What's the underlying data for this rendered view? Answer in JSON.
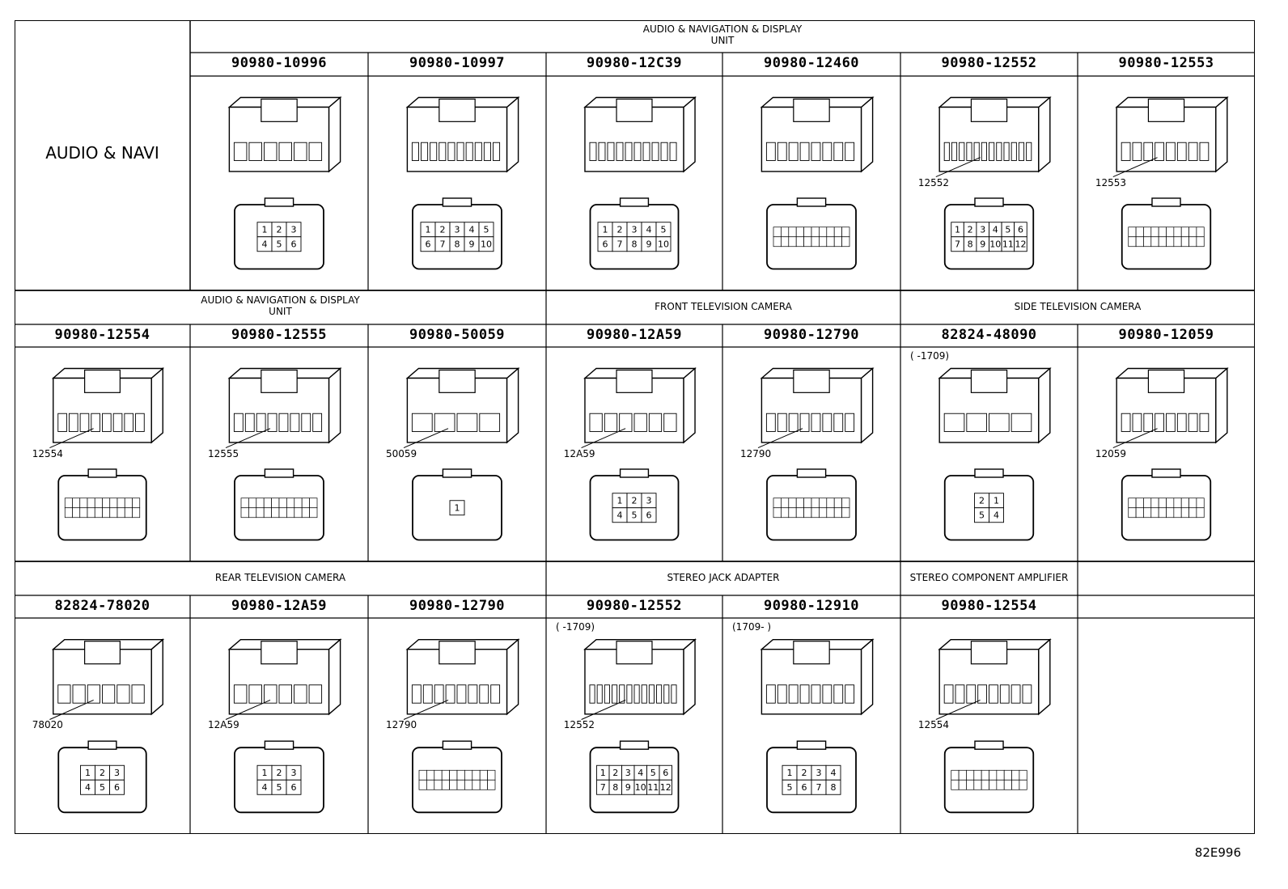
{
  "row_label": "AUDIO & NAVI",
  "sections": [
    {
      "label": "AUDIO & NAVIGATION & DISPLAY\nUNIT"
    },
    {
      "label": "AUDIO & NAVIGATION & DISPLAY\nUNIT"
    },
    {
      "label": "FRONT TELEVISION CAMERA"
    },
    {
      "label": "SIDE TELEVISION CAMERA"
    },
    {
      "label": "REAR TELEVISION CAMERA"
    },
    {
      "label": "STEREO JACK ADAPTER"
    },
    {
      "label": "STEREO COMPONENT AMPLIFIER"
    }
  ],
  "parts": [
    {
      "pn": "90980-10996",
      "callout": "",
      "note": "",
      "pins": [
        "1",
        "2",
        "3",
        "4",
        "5",
        "6"
      ]
    },
    {
      "pn": "90980-10997",
      "callout": "",
      "note": "",
      "pins": [
        "1",
        "2",
        "3",
        "4",
        "5",
        "6",
        "7",
        "8",
        "9",
        "10"
      ]
    },
    {
      "pn": "90980-12C39",
      "callout": "",
      "note": "",
      "pins": [
        "1",
        "2",
        "3",
        "4",
        "5",
        "6",
        "7",
        "8",
        "9",
        "10"
      ]
    },
    {
      "pn": "90980-12460",
      "callout": "",
      "note": "",
      "pins": []
    },
    {
      "pn": "90980-12552",
      "callout": "12552",
      "note": "",
      "pins": [
        "1",
        "2",
        "3",
        "4",
        "5",
        "6",
        "7",
        "8",
        "9",
        "10",
        "11",
        "12"
      ]
    },
    {
      "pn": "90980-12553",
      "callout": "12553",
      "note": "",
      "pins": []
    },
    {
      "pn": "90980-12554",
      "callout": "12554",
      "note": "",
      "pins": []
    },
    {
      "pn": "90980-12555",
      "callout": "12555",
      "note": "",
      "pins": []
    },
    {
      "pn": "90980-50059",
      "callout": "50059",
      "note": "",
      "pins": [
        "1"
      ]
    },
    {
      "pn": "90980-12A59",
      "callout": "12A59",
      "note": "",
      "pins": [
        "1",
        "2",
        "3",
        "4",
        "5",
        "6"
      ]
    },
    {
      "pn": "90980-12790",
      "callout": "12790",
      "note": "",
      "pins": []
    },
    {
      "pn": "82824-48090",
      "callout": "",
      "note": "(    -1709)",
      "pins": [
        "2",
        "1",
        "5",
        "4"
      ]
    },
    {
      "pn": "90980-12059",
      "callout": "12059",
      "note": "",
      "pins": []
    },
    {
      "pn": "82824-78020",
      "callout": "78020",
      "note": "",
      "pins": [
        "1",
        "2",
        "3",
        "4",
        "5",
        "6"
      ]
    },
    {
      "pn": "90980-12A59",
      "callout": "12A59",
      "note": "",
      "pins": [
        "1",
        "2",
        "3",
        "4",
        "5",
        "6"
      ]
    },
    {
      "pn": "90980-12790",
      "callout": "12790",
      "note": "",
      "pins": []
    },
    {
      "pn": "90980-12552",
      "callout": "12552",
      "note": "(    -1709)",
      "pins": [
        "1",
        "2",
        "3",
        "4",
        "5",
        "6",
        "7",
        "8",
        "9",
        "10",
        "11",
        "12"
      ]
    },
    {
      "pn": "90980-12910",
      "callout": "",
      "note": "(1709-     )",
      "pins": [
        "1",
        "2",
        "3",
        "4",
        "5",
        "6",
        "7",
        "8"
      ]
    },
    {
      "pn": "90980-12554",
      "callout": "12554",
      "note": "",
      "pins": []
    }
  ],
  "ref_code": "82E996"
}
